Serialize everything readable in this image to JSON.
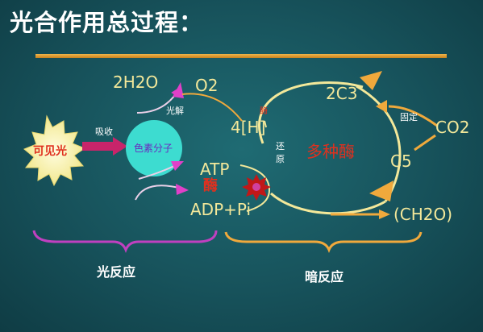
{
  "title": "光合作用总过程：",
  "light": {
    "visible_light": "可见光",
    "absorb": "吸收",
    "pigment": "色素分子",
    "water": "2H2O",
    "oxygen": "O2",
    "photolysis": "光解"
  },
  "energy": {
    "atp": "ATP",
    "enzyme": "酶",
    "adp": "ADP+Pi"
  },
  "dark": {
    "reductant": "4[H]",
    "enzyme_small": "酶",
    "reduce_1": "还",
    "reduce_2": "原",
    "multi_enzyme": "多种酶",
    "c3": "2C3",
    "fixation": "固定",
    "co2": "CO2",
    "c5": "C5",
    "sugar": "(CH2O)"
  },
  "stages": {
    "light_reaction": "光反应",
    "dark_reaction": "暗反应"
  },
  "colors": {
    "sun": "#f7f0a0",
    "pigment": "#3ddcd0",
    "gold": "#f0a93c",
    "magenta": "#e040c8",
    "red": "#e0301e",
    "cycle": "#f3e89a"
  }
}
